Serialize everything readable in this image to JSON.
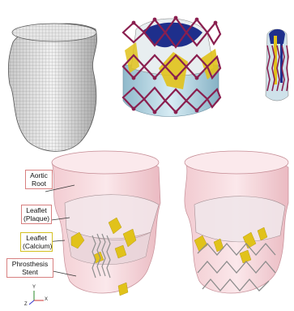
{
  "labels": {
    "aortic_root": "Aortic\nRoot",
    "leaflet_plaque": "Leaflet\n(Plaque)",
    "leaflet_calcium": "Leaflet\n(Calcium)",
    "phrosthesis_stent": "Phrosthesis\nStent"
  },
  "axes": {
    "x": "X",
    "y": "Y",
    "z": "Z"
  },
  "colors": {
    "stent_frame": "#8a1f4f",
    "leaflet_yellow": "#e1c21a",
    "leaflet_blue": "#1e2f8c",
    "skirt_lightblue": "#a9cfdf",
    "aortic_tissue": "#efc2c9",
    "mesh_gray": "#b9b9b9",
    "label_border_red": "#d88080",
    "label_border_yellow": "#d4c020"
  }
}
